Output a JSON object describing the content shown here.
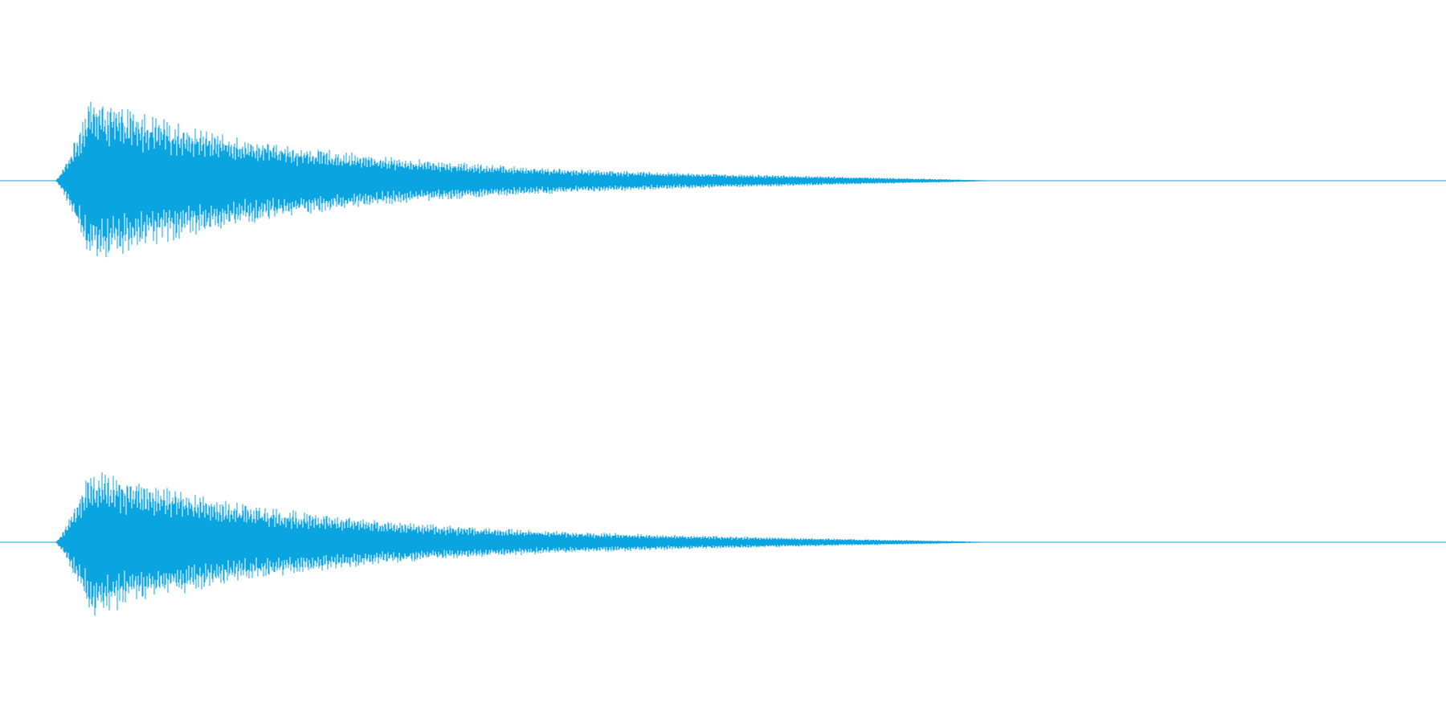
{
  "chart_data": {
    "type": "area",
    "title": "",
    "xlabel": "",
    "ylabel": "",
    "grid": false,
    "legend": "none",
    "colors": {
      "waveform": "#0aa5e0",
      "background": "#ffffff"
    },
    "channels": [
      {
        "index": 0,
        "onset": 0.038,
        "peak_time": 0.062,
        "peak_amplitude": 0.98,
        "decay_end": 0.695,
        "ylim": [
          -1,
          1
        ]
      },
      {
        "index": 1,
        "onset": 0.038,
        "peak_time": 0.062,
        "peak_amplitude": 0.92,
        "decay_end": 0.693,
        "ylim": [
          -1,
          1
        ]
      }
    ],
    "xlim": [
      0,
      1
    ]
  }
}
